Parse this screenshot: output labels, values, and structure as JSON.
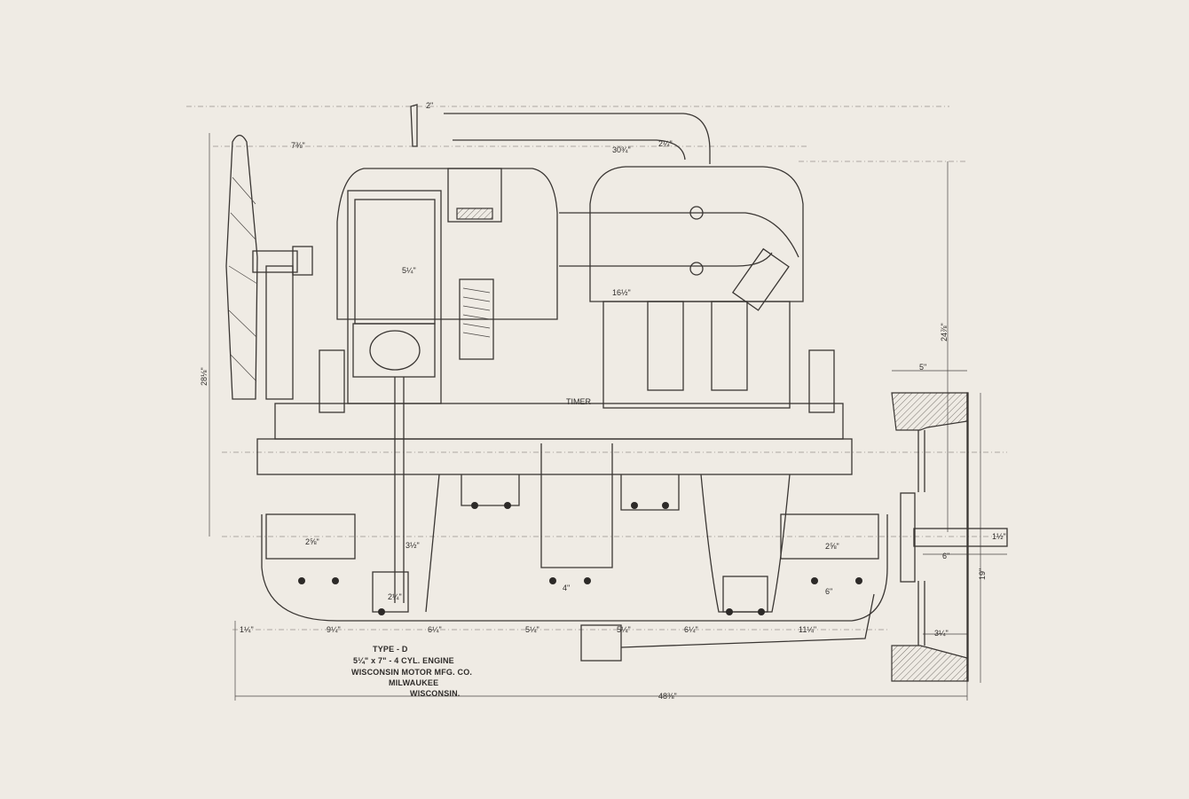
{
  "drawing": {
    "title_block": {
      "type": "TYPE - D",
      "engine": "5¼\" x 7\" - 4 CYL. ENGINE",
      "company": "WISCONSIN MOTOR MFG. CO.",
      "city": "MILWAUKEE",
      "state": "WISCONSIN."
    },
    "callouts": {
      "timer": "TIMER"
    },
    "dimensions": {
      "exhaust_offset": "2\"",
      "fan_to_cylinder": "7⅜\"",
      "overall_top": "30¾\"",
      "manifold_height": "2¼\"",
      "bore": "5¼\"",
      "intake_length": "16½\"",
      "overall_height_left": "28⅛\"",
      "overall_height_right": "24⅞\"",
      "flywheel_width": "5\"",
      "shaft_dia": "1½\"",
      "flywheel_dia": "19\"",
      "shaft_length": "6\"",
      "flywheel_web": "3¼\"",
      "front_bearing": "2⅝\"",
      "rear_bearing": "2⅝\"",
      "crank_pin": "3½\"",
      "rod_end": "2¼\"",
      "center_bearing": "4\"",
      "rear_bearing_len": "6\"",
      "seg_1": "1¼\"",
      "seg_2": "9¼\"",
      "seg_3": "6¼\"",
      "seg_4": "5¼\"",
      "seg_5": "5¼\"",
      "seg_6": "6¼\"",
      "seg_7": "11¼\"",
      "overall_length": "48⅜\""
    },
    "colors": {
      "paper": "#efebe4",
      "ink": "#3a3633"
    }
  }
}
